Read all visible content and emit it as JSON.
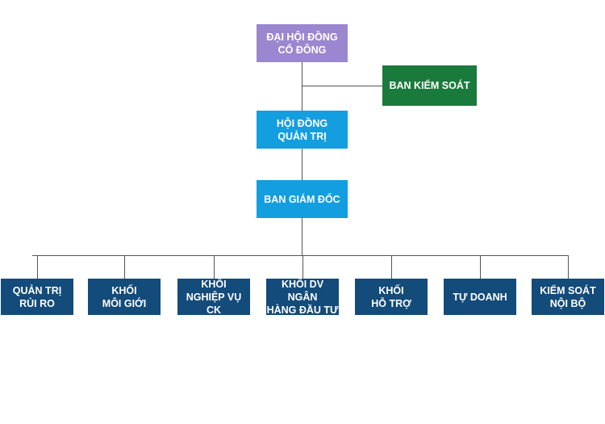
{
  "chart": {
    "top": {
      "shareholders": "ĐẠI HỘI ĐỒNG\nCỔ ĐÔNG",
      "supervisory": "BAN KIỂM SOÁT",
      "board": "HỘI ĐỒNG\nQUẢN TRỊ",
      "director": "BAN GIÁM ĐỐC"
    },
    "units": [
      {
        "label": "QUẢN TRỊ\nRỦI RO"
      },
      {
        "label": "KHỐI\nMÔI GIỚI"
      },
      {
        "label": "KHỐI\nNGHIỆP VỤ CK"
      },
      {
        "label": "KHỐI DV NGÂN\nHÀNG ĐẦU TƯ"
      },
      {
        "label": "KHỐI\nHỖ TRỢ"
      },
      {
        "label": "TỰ DOANH"
      },
      {
        "label": "KIỂM SOÁT\nNỘI BỘ"
      }
    ],
    "colors": {
      "shareholders": "#9b87cf",
      "supervisory": "#1a7a3c",
      "board": "#139ee0",
      "director": "#139ee0",
      "units": "#134b7a",
      "connector": "#555555"
    }
  }
}
